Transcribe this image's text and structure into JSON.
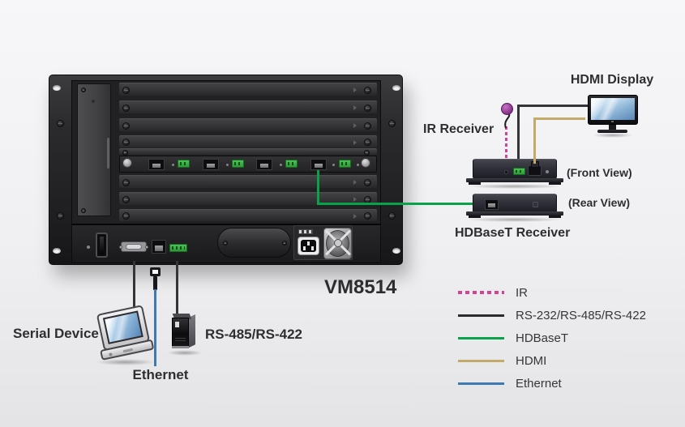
{
  "model_label": "VM8514",
  "devices": {
    "hdmi_display": "HDMI Display",
    "ir_receiver": "IR Receiver",
    "hdbaset_receiver": "HDBaseT Receiver",
    "serial_device": "Serial Device",
    "rs485_device": "RS-485/RS-422",
    "ethernet": "Ethernet"
  },
  "views": {
    "front": "(Front View)",
    "rear": "(Rear View)"
  },
  "legend": {
    "items": [
      {
        "label": "IR",
        "color": "#d24295",
        "style": "dashed"
      },
      {
        "label": "RS-232/RS-485/RS-422",
        "color": "#2c2c2e",
        "style": "solid"
      },
      {
        "label": "HDBaseT",
        "color": "#0aa14b",
        "style": "solid"
      },
      {
        "label": "HDMI",
        "color": "#c3aa6b",
        "style": "solid"
      },
      {
        "label": "Ethernet",
        "color": "#3d7ab1",
        "style": "solid"
      }
    ]
  },
  "cable_colors": {
    "ir": "#d24295",
    "serial": "#353537",
    "hdbaset": "#0aa14b",
    "hdmi": "#c3aa6b",
    "ethernet": "#3d7ab1"
  }
}
